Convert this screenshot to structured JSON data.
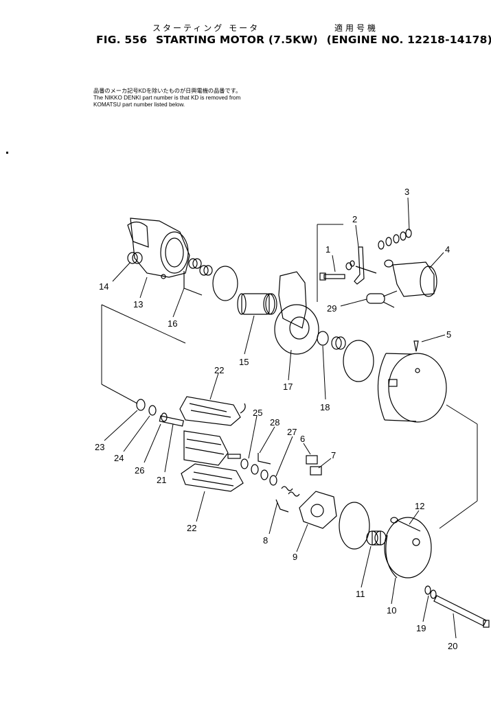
{
  "header": {
    "jp_title": "スターティング モータ",
    "jp_applicable": "適用号機",
    "fig_label": "FIG. 556",
    "fig_name": "STARTING MOTOR (7.5KW)",
    "engine_range": "(ENGINE NO. 12218-14178)"
  },
  "notes": {
    "jp_line": "品番のメーカ記号KDを除いたものが日興電機の品番です。",
    "en_line_1": "The NIKKO DENKI part number is that KD is removed from",
    "en_line_2": "KOMATSU part number listed below."
  },
  "callouts": [
    {
      "id": "c1",
      "label": "1"
    },
    {
      "id": "c2",
      "label": "2"
    },
    {
      "id": "c3",
      "label": "3"
    },
    {
      "id": "c4",
      "label": "4"
    },
    {
      "id": "c5",
      "label": "5"
    },
    {
      "id": "c6",
      "label": "6"
    },
    {
      "id": "c7",
      "label": "7"
    },
    {
      "id": "c8",
      "label": "8"
    },
    {
      "id": "c9",
      "label": "9"
    },
    {
      "id": "c10",
      "label": "10"
    },
    {
      "id": "c11",
      "label": "11"
    },
    {
      "id": "c12",
      "label": "12"
    },
    {
      "id": "c13",
      "label": "13"
    },
    {
      "id": "c14",
      "label": "14"
    },
    {
      "id": "c15",
      "label": "15"
    },
    {
      "id": "c16",
      "label": "16"
    },
    {
      "id": "c17",
      "label": "17"
    },
    {
      "id": "c18",
      "label": "18"
    },
    {
      "id": "c19",
      "label": "19"
    },
    {
      "id": "c20",
      "label": "20"
    },
    {
      "id": "c21",
      "label": "21"
    },
    {
      "id": "c22a",
      "label": "22"
    },
    {
      "id": "c22b",
      "label": "22"
    },
    {
      "id": "c23",
      "label": "23"
    },
    {
      "id": "c24",
      "label": "24"
    },
    {
      "id": "c25",
      "label": "25"
    },
    {
      "id": "c26",
      "label": "26"
    },
    {
      "id": "c27",
      "label": "27"
    },
    {
      "id": "c28",
      "label": "28"
    },
    {
      "id": "c29",
      "label": "29"
    }
  ]
}
